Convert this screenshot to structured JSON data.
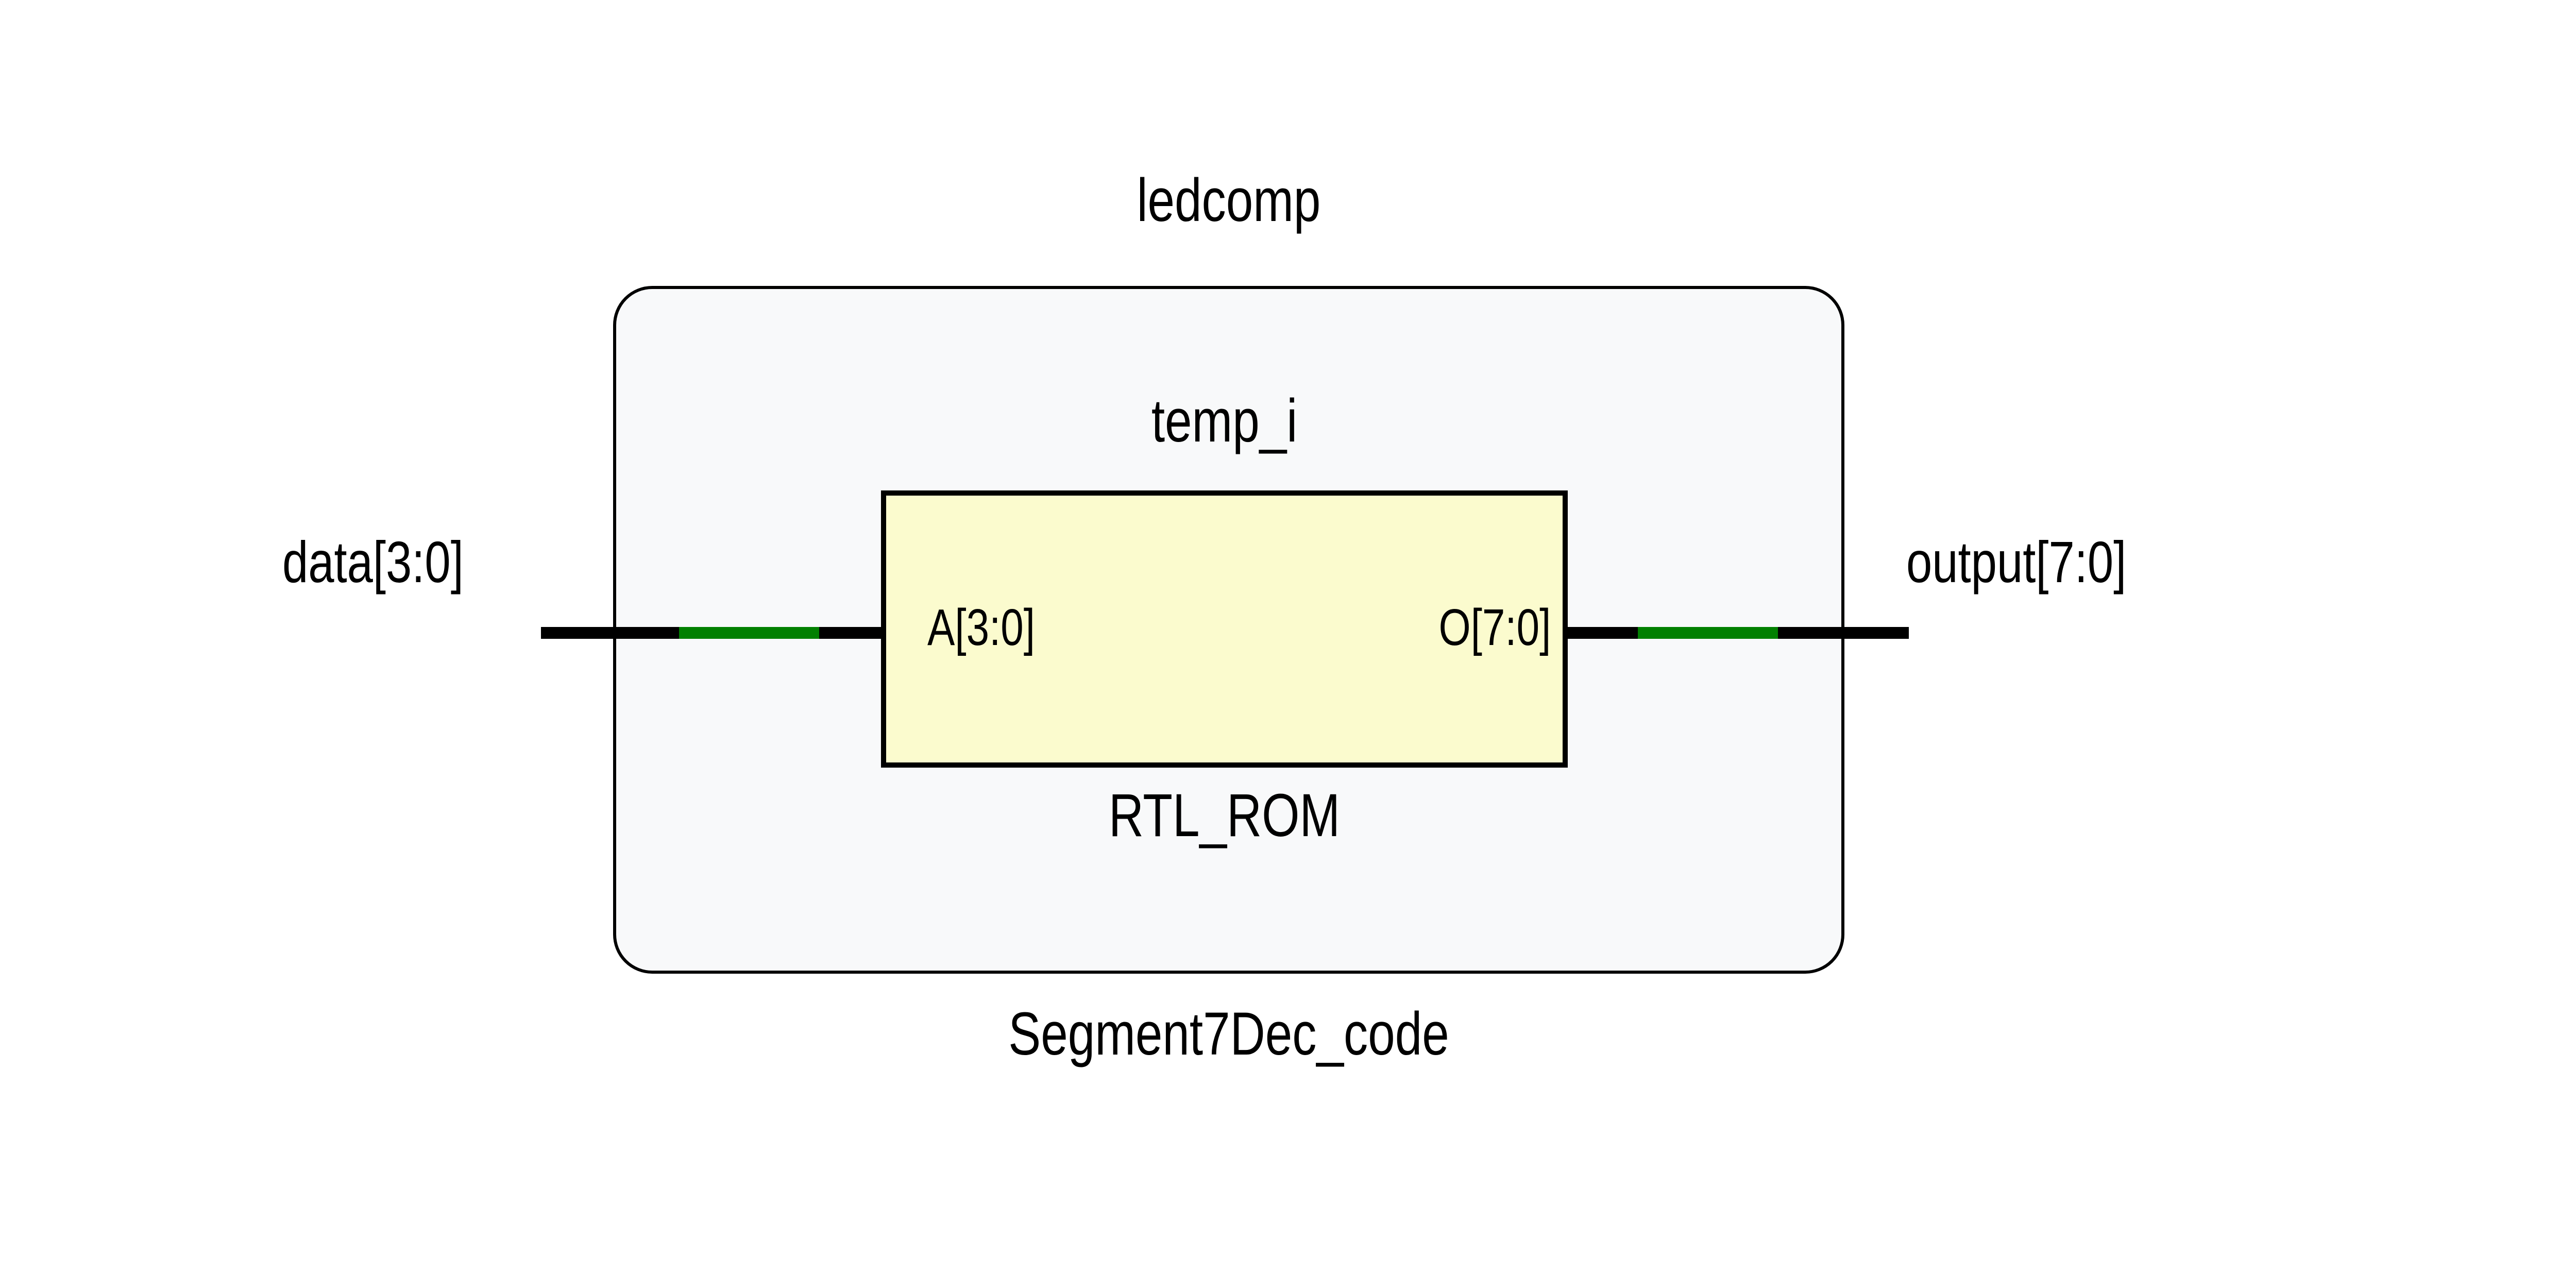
{
  "diagram": {
    "type": "rtl-schematic",
    "background_color": "#ffffff"
  },
  "outer_module": {
    "instance_name": "ledcomp",
    "cell_type": "Segment7Dec_code",
    "fill_color": "#f8f9fa",
    "border_color": "#000000",
    "collapse_button": {
      "icon": "minus-icon",
      "state": "expanded",
      "color": "#2e4c80",
      "glyph_color": "#ffffff"
    }
  },
  "inner_cell": {
    "instance_name": "temp_i",
    "cell_type": "RTL_ROM",
    "fill_color": "#fbfbce",
    "border_color": "#000000",
    "pins": [
      {
        "name": "A[3:0]",
        "direction": "input",
        "side": "left"
      },
      {
        "name": "O[7:0]",
        "direction": "output",
        "side": "right"
      }
    ]
  },
  "ports": [
    {
      "name": "data[3:0]",
      "direction": "input",
      "side": "left",
      "width": 4
    },
    {
      "name": "output[7:0]",
      "direction": "output",
      "side": "right",
      "width": 8
    }
  ],
  "nets": [
    {
      "id": "input-net",
      "from": "data[3:0]",
      "to": "temp_i/A[3:0]",
      "wire_color": "#000000",
      "bus_color": "#008000",
      "is_bus": true
    },
    {
      "id": "output-net",
      "from": "temp_i/O[7:0]",
      "to": "output[7:0]",
      "wire_color": "#000000",
      "bus_color": "#008000",
      "is_bus": true
    }
  ]
}
